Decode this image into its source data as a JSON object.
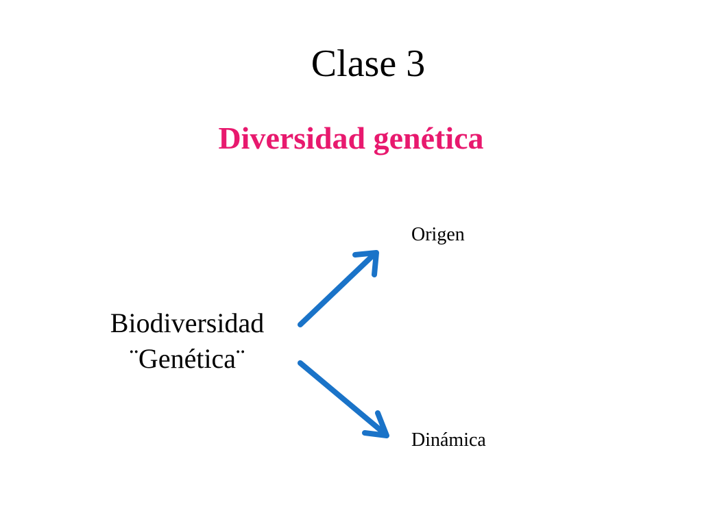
{
  "slide": {
    "title": "Clase 3",
    "subtitle": "Diversidad genética",
    "subtitle_color": "#e8196e",
    "arrow_color": "#1a73c8",
    "center": {
      "line1": "Biodiversidad",
      "line2": "¨Genética¨"
    },
    "branches": {
      "top": "Origen",
      "bottom": "Dinámica"
    }
  }
}
